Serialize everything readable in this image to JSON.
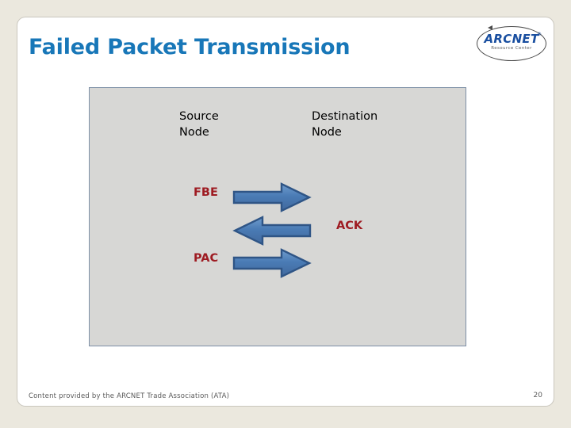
{
  "slide": {
    "title": "Failed Packet Transmission",
    "page_number": "20",
    "footer_credit": "Content provided by the ARCNET Trade Association (ATA)",
    "background_color": "#ebe8de",
    "card_color": "#ffffff",
    "title_color": "#1877b8"
  },
  "logo": {
    "wordmark": "ARCNET",
    "registered_mark": "®",
    "tagline": "Resource Center",
    "wordmark_color": "#1a4fa0"
  },
  "diagram": {
    "panel_color": "#d7d7d5",
    "panel_border_color": "#7d8fa6",
    "arrow_fill_color": "#4a7bb5",
    "arrow_outline_color": "#2f5586",
    "label_color": "#9e1b22",
    "node_label_color": "#000000",
    "nodes": [
      {
        "id": "source",
        "label": "Source\nNode"
      },
      {
        "id": "destination",
        "label": "Destination\nNode"
      }
    ],
    "messages": [
      {
        "id": "fbe",
        "label": "FBE",
        "direction": "right",
        "label_side": "left"
      },
      {
        "id": "ack",
        "label": "ACK",
        "direction": "left",
        "label_side": "right"
      },
      {
        "id": "pac",
        "label": "PAC",
        "direction": "right",
        "label_side": "left"
      }
    ]
  }
}
